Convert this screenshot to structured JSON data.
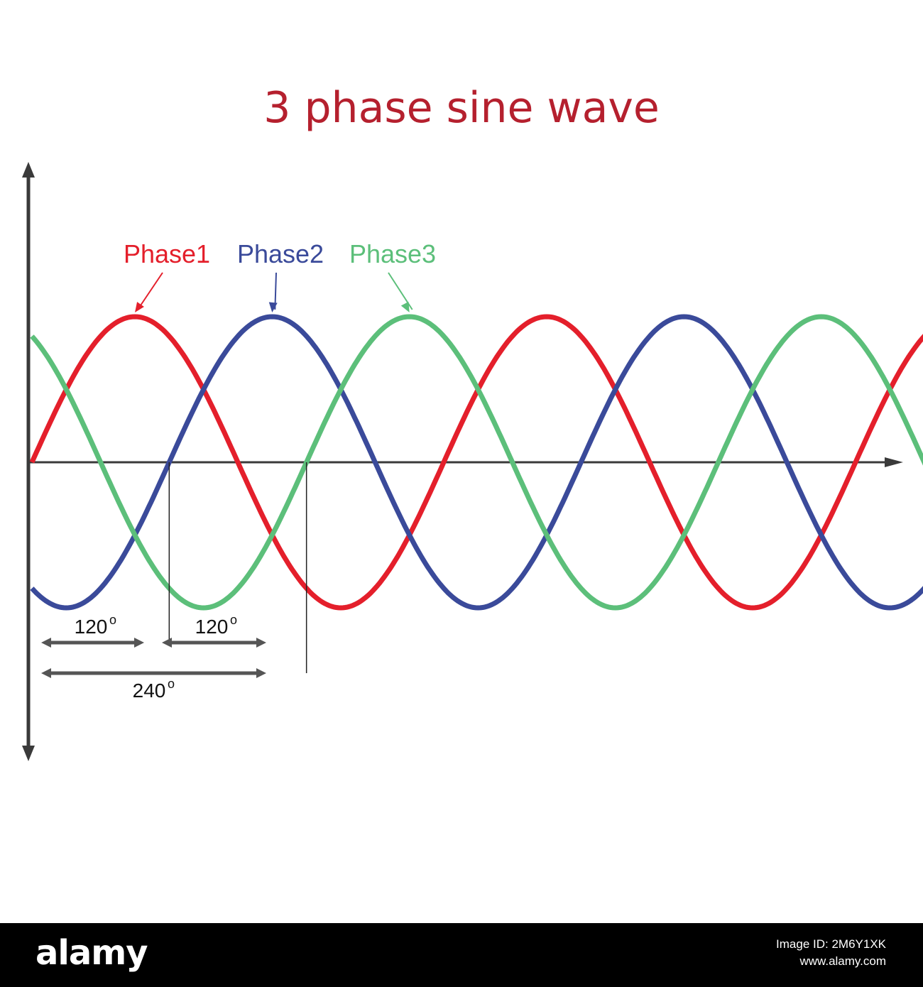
{
  "chart_data": {
    "type": "line",
    "title": "3 phase sine wave",
    "xlabel": "",
    "ylabel": "",
    "x_range_deg": [
      0,
      1260
    ],
    "ylim": [
      -1,
      1
    ],
    "grid": false,
    "series": [
      {
        "name": "Phase1",
        "color": "#e41f2b",
        "amplitude": 1,
        "phase_shift_deg": 0,
        "x_end_deg": 1260
      },
      {
        "name": "Phase2",
        "color": "#3a4a9a",
        "amplitude": 1,
        "phase_shift_deg": 120,
        "x_end_deg": 1365
      },
      {
        "name": "Phase3",
        "color": "#5cbf7a",
        "amplitude": 1,
        "phase_shift_deg": 240,
        "x_end_deg": 1260
      }
    ],
    "annotations": {
      "first_gap": "120",
      "second_gap": "120",
      "total_gap": "240",
      "degree_mark": "o"
    }
  },
  "style": {
    "title_color": "#b5202e",
    "axis_color": "#3a3a3a",
    "annotation_color": "#555555"
  },
  "footer": {
    "brand": "alamy",
    "image_id": "Image ID: 2M6Y1XK",
    "site": "www.alamy.com"
  }
}
